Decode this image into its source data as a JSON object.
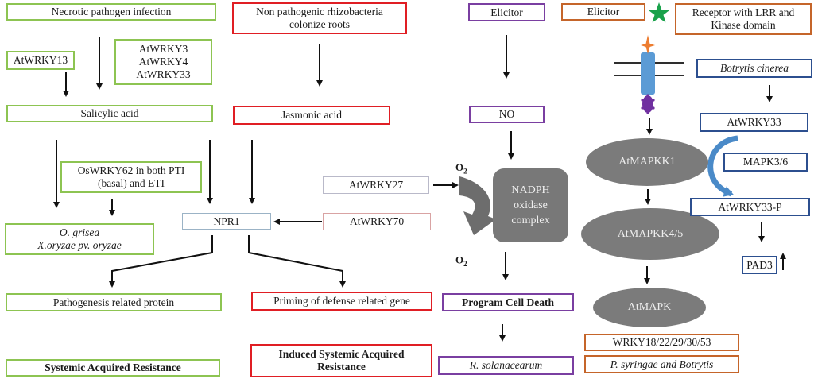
{
  "colors": {
    "sa_pathway": "#8dc452",
    "ja_pathway": "#e01e24",
    "no_pathway": "#7a3fa1",
    "receptor_pathway": "#c5652a",
    "botrytis_pathway": "#2c4f8f",
    "enzyme_fill": "#787878",
    "receptor_body": "#5b9bd5",
    "elicitor_star": "#1aa24b",
    "ligand": "#ed7d31",
    "kinase_domain": "#7030a0"
  },
  "sa_pathway": {
    "necrotic": "Necrotic pathogen infection",
    "atwrky13": "AtWRKY13",
    "atwrky_group": "AtWRKY3\nAtWRKY4\nAtWRKY33",
    "salicylic": "Salicylic acid",
    "oswrky62": "OsWRKY62 in both PTI\n(basal) and ETI",
    "pathogens": "O. grisea\nX.oryzae pv. oryzae",
    "pr_protein": "Pathogenesis related protein",
    "sar": "Systemic Acquired Resistance"
  },
  "ja_pathway": {
    "rhizobacteria": "Non pathogenic rhizobacteria\ncolonize roots",
    "jasmonic": "Jasmonic acid",
    "priming": "Priming of defense related gene",
    "isr": "Induced Systemic Acquired\nResistance"
  },
  "npr1": "NPR1",
  "atwrky27": "AtWRKY27",
  "atwrky70": "AtWRKY70",
  "no_pathway": {
    "elicitor": "Elicitor",
    "no": "NO",
    "o2_in": "O",
    "o2_in_sub": "2",
    "o2_out": "O",
    "o2_out_sub": "2",
    "o2_out_sup": "-",
    "nadph": "NADPH\noxidase\ncomplex",
    "pcd": "Program Cell Death",
    "pathogen": "R. solanacearum"
  },
  "receptor_pathway": {
    "elicitor": "Elicitor",
    "receptor": "Receptor with LRR and\nKinase domain",
    "mapkk1": "AtMAPKK1",
    "mapkk45": "AtMAPKK4/5",
    "mapk": "AtMAPK",
    "wrky_group": "WRKY18/22/29/30/53",
    "pathogens": "P. syringae and Botrytis"
  },
  "botrytis_pathway": {
    "botrytis": "Botrytis cinerea",
    "atwrky33": "AtWRKY33",
    "mapk36": "MAPK3/6",
    "atwrky33p": "AtWRKY33-P",
    "pad3": "PAD3",
    "pad3_trend": "up"
  }
}
